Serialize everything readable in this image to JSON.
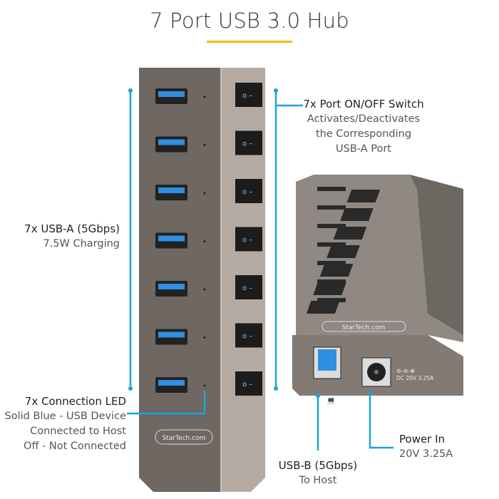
{
  "title": "7 Port USB 3.0 Hub",
  "colors": {
    "accent_line": "#1ba3d8",
    "underline": "#f3b81c",
    "port_blue": "#2f8fe0"
  },
  "callouts": {
    "usb_a": {
      "heading": "7x USB-A (5Gbps)",
      "sub": "7.5W Charging"
    },
    "switch": {
      "heading": "7x Port ON/OFF Switch",
      "lines": [
        "Activates/Deactivates",
        "the Corresponding",
        "USB-A Port"
      ]
    },
    "led": {
      "heading": "7x Connection LED",
      "lines": [
        "Solid Blue - USB Device",
        "Connected to Host",
        "Off - Not Connected"
      ]
    },
    "usb_b": {
      "heading": "USB-B (5Gbps)",
      "sub": "To Host"
    },
    "power": {
      "heading": "Power In",
      "sub": "20V 3.25A"
    }
  },
  "device": {
    "logo": "StarTech.com",
    "dc_label": "DC 20V 3.25A",
    "port_count": 7,
    "icons": [
      "laptop-icon",
      "dc-polarity-icon"
    ]
  }
}
